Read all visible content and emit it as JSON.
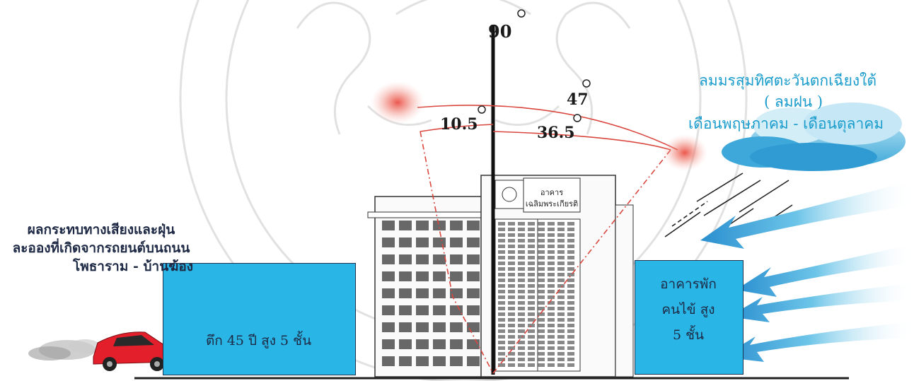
{
  "angles": {
    "zenith": "90",
    "a1": "10.5",
    "a2": "47",
    "a3": "36.5"
  },
  "wind": {
    "line1": "ลมมรสุมทิศตะวันตกเฉียงใต้",
    "line2": "( ลมฝน )",
    "line3": "เดือนพฤษภาคม - เดือนตุลาคม"
  },
  "impact": {
    "line1": "ผลกระทบทางเสียงและฝุ่น",
    "line2": "ละอองที่เกิดจากรถยนต์บนถนน",
    "line3": "โพธาราม - บ้านฆ้อง"
  },
  "left_building": {
    "text": "ตึก 45 ปี  สูง 5 ชั้น"
  },
  "right_building": {
    "line1": "อาคารพัก",
    "line2": "คนไข้ สูง",
    "line3": "5 ชั้น"
  },
  "sign": {
    "line1": "อาคาร",
    "line2": "เฉลิมพระเกียรติ"
  },
  "colors": {
    "box_fill": "#29b6e6",
    "wind_text": "#1a9ccc",
    "arc": "#d9473f",
    "sun": "#e8443a"
  }
}
